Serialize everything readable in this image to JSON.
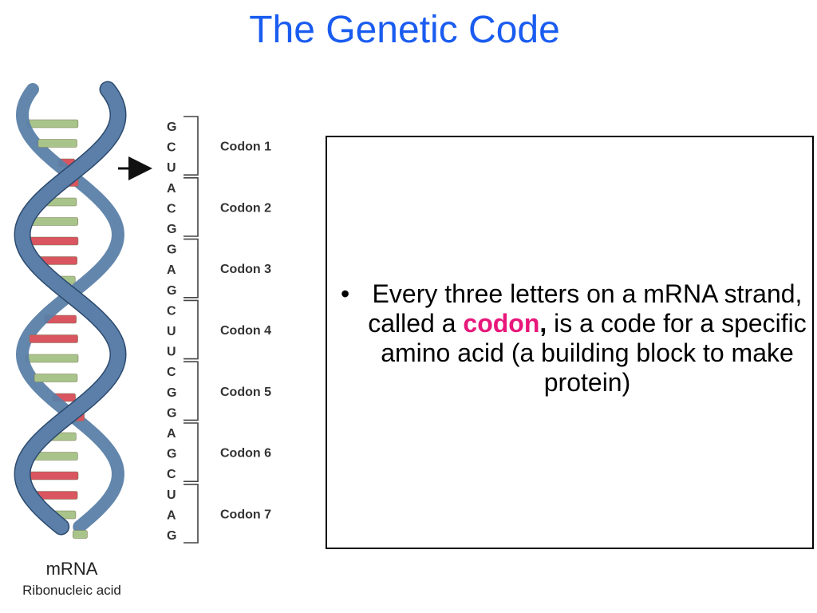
{
  "title": "The Genetic Code",
  "diagram": {
    "bases": [
      "G",
      "C",
      "U",
      "A",
      "C",
      "G",
      "G",
      "A",
      "G",
      "C",
      "U",
      "U",
      "C",
      "G",
      "G",
      "A",
      "G",
      "C",
      "U",
      "A",
      "G"
    ],
    "codons": [
      "Codon 1",
      "Codon 2",
      "Codon 3",
      "Codon 4",
      "Codon 5",
      "Codon 6",
      "Codon 7"
    ],
    "label": "mRNA",
    "sublabel": "Ribonucleic acid",
    "colors": {
      "backbone": "#5b7fa8",
      "backbone_edge": "#2c4a6e",
      "rung_green": "#a9c48a",
      "rung_yellow": "#f4ef6a",
      "rung_orange": "#f5b567",
      "rung_red": "#d9555f"
    }
  },
  "text": {
    "before": "Every three letters on a mRNA strand, called a ",
    "emphasis": "codon",
    "comma": ",",
    "after": " is a code for a specific amino acid (a building block to make protein)",
    "emphasis_color": "#e8177b"
  }
}
